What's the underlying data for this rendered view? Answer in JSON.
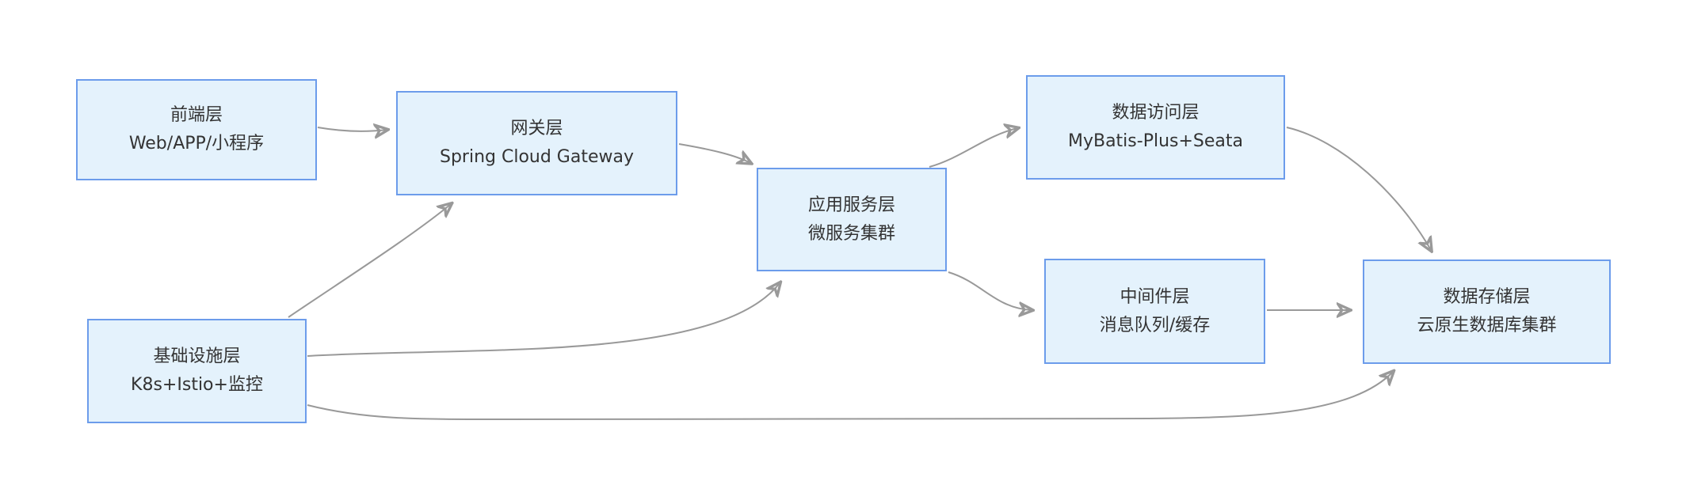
{
  "diagram": {
    "type": "flowchart",
    "direction": "LR",
    "nodes": [
      {
        "id": "frontend",
        "title": "前端层",
        "subtitle": "Web/APP/小程序"
      },
      {
        "id": "gateway",
        "title": "网关层",
        "subtitle": "Spring Cloud Gateway"
      },
      {
        "id": "appservice",
        "title": "应用服务层",
        "subtitle": "微服务集群"
      },
      {
        "id": "dataaccess",
        "title": "数据访问层",
        "subtitle": "MyBatis-Plus+Seata"
      },
      {
        "id": "middleware",
        "title": "中间件层",
        "subtitle": "消息队列/缓存"
      },
      {
        "id": "storage",
        "title": "数据存储层",
        "subtitle": "云原生数据库集群"
      },
      {
        "id": "infra",
        "title": "基础设施层",
        "subtitle": "K8s+Istio+监控"
      }
    ],
    "edges": [
      {
        "from": "前端层",
        "to": "网关层"
      },
      {
        "from": "网关层",
        "to": "应用服务层"
      },
      {
        "from": "应用服务层",
        "to": "数据访问层"
      },
      {
        "from": "应用服务层",
        "to": "中间件层"
      },
      {
        "from": "数据访问层",
        "to": "数据存储层"
      },
      {
        "from": "中间件层",
        "to": "数据存储层"
      },
      {
        "from": "基础设施层",
        "to": "网关层"
      },
      {
        "from": "基础设施层",
        "to": "应用服务层"
      },
      {
        "from": "基础设施层",
        "to": "数据存储层"
      }
    ],
    "colors": {
      "background": "#ffffff",
      "node_fill": "#e4f2fc",
      "node_border": "#6c9ceb",
      "node_text": "#333333",
      "edge_line": "#999999",
      "arrowhead": "#ababab"
    }
  }
}
